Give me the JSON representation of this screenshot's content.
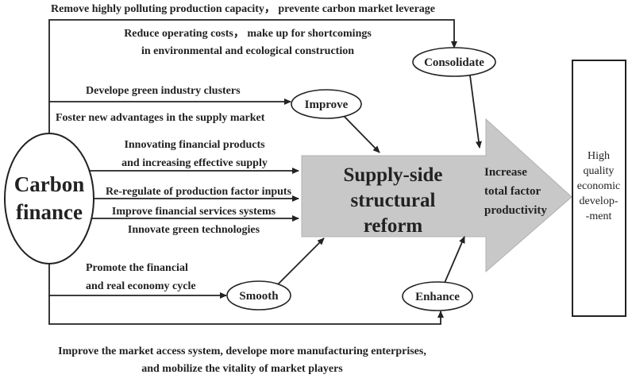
{
  "source": {
    "line1": "Carbon",
    "line2": "finance"
  },
  "reform": {
    "line1": "Supply-side",
    "line2": "structural",
    "line3": "reform"
  },
  "productivity": {
    "line1": "Increase",
    "line2": "total factor",
    "line3": "productivity"
  },
  "outcome": {
    "line1": "High",
    "line2": "quality",
    "line3": "economic",
    "line4": "develop-",
    "line5": "-ment"
  },
  "nodes": {
    "consolidate": "Consolidate",
    "improve": "Improve",
    "smooth": "Smooth",
    "enhance": "Enhance"
  },
  "labels": {
    "top": "Remove highly polluting production capacity， prevente carbon market leverage",
    "reduce1": "Reduce operating costs， make up for shortcomings",
    "reduce2": "in environmental and ecological construction",
    "develope": "Develope green industry clusters",
    "foster": "Foster new advantages in the supply market",
    "innov1": "Innovating financial products",
    "innov2": "and increasing effective supply",
    "reregulate": "Re-regulate of production factor inputs",
    "improve_fin": "Improve financial services systems",
    "innovate_green": "Innovate green technologies",
    "promote1": "Promote the financial",
    "promote2": "and real economy cycle",
    "bottom1": "Improve the market access system, develope more manufacturing enterprises,",
    "bottom2": "and mobilize the vitality of market players"
  }
}
